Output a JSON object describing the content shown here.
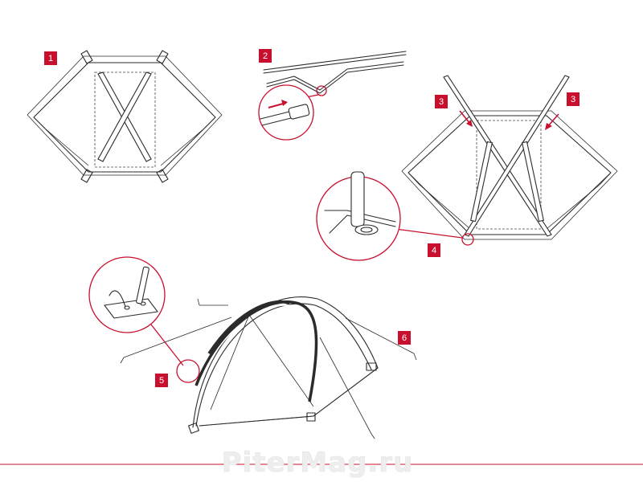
{
  "steps": [
    {
      "label": "1"
    },
    {
      "label": "2"
    },
    {
      "label": "3"
    },
    {
      "label": "3"
    },
    {
      "label": "4"
    },
    {
      "label": "5"
    },
    {
      "label": "6"
    }
  ],
  "watermark": "PiterMag.ru",
  "colors": {
    "accent": "#c8102e",
    "line": "#2b2b2b",
    "background": "#ffffff"
  }
}
